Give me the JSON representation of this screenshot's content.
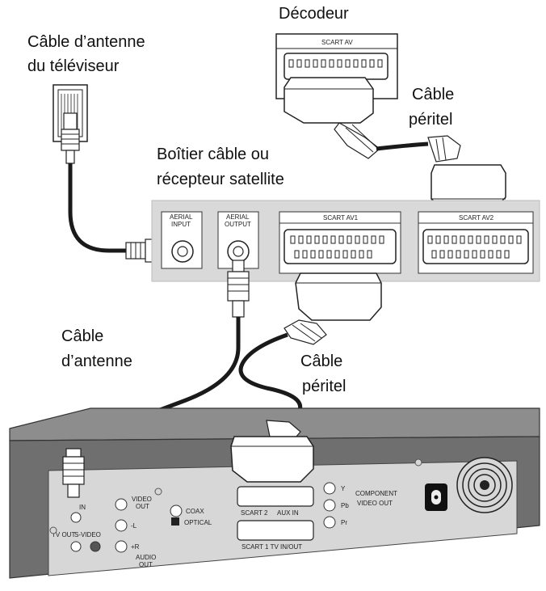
{
  "labels": {
    "decoder": "Décodeur",
    "tv_aerial_cable_line1": "Câble d’antenne",
    "tv_aerial_cable_line2": "du téléviseur",
    "scart_cable_top_line1": "Câble",
    "scart_cable_top_line2": "péritel",
    "box_line1": "Boîtier câble ou",
    "box_line2": "récepteur satellite",
    "aerial_cable_line1": "Câble",
    "aerial_cable_line2": "d’antenne",
    "scart_cable_bottom_line1": "Câble",
    "scart_cable_bottom_line2": "péritel"
  },
  "decoder_panel": {
    "port": "SCART AV"
  },
  "receiver_panel": {
    "aerial_input": [
      "AERIAL",
      "INPUT"
    ],
    "aerial_output": [
      "AERIAL",
      "OUTPUT"
    ],
    "scart_av1": "SCART AV1",
    "scart_av2": "SCART AV2"
  },
  "player_panel": {
    "rf_in": "IN",
    "tv_out": "TV OUT",
    "s_video": "S-VIDEO",
    "video_out": [
      "VIDEO",
      "OUT"
    ],
    "audio_l": "-L",
    "audio_r": "+R",
    "audio_out": [
      "AUDIO",
      "OUT"
    ],
    "coax": "COAX",
    "optical": "OPTICAL",
    "scart2": "SCART 2",
    "aux_in": "AUX IN",
    "scart1": "SCART 1 TV IN/OUT",
    "y": "Y",
    "pb": "Pb",
    "pr": "Pr",
    "component": [
      "COMPONENT",
      "VIDEO OUT"
    ]
  },
  "colors": {
    "panel_gray": "#d9d9d9",
    "device_body": "#6f6f6f",
    "device_top": "#8d8d8d",
    "cable": "#1a1a1a"
  }
}
